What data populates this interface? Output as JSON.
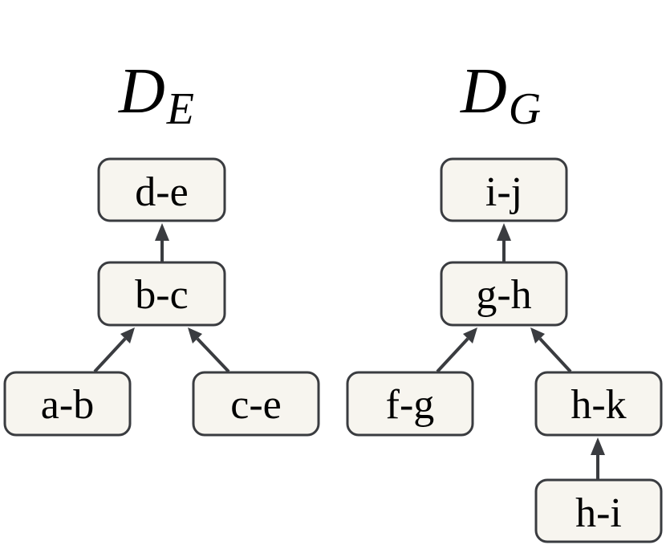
{
  "diagrams": [
    {
      "title_main": "D",
      "title_sub": "E",
      "nodes": {
        "de": "d-e",
        "bc": "b-c",
        "ab": "a-b",
        "ce": "c-e"
      },
      "edges": [
        {
          "from": "bc",
          "to": "de"
        },
        {
          "from": "ab",
          "to": "bc"
        },
        {
          "from": "ce",
          "to": "bc"
        }
      ]
    },
    {
      "title_main": "D",
      "title_sub": "G",
      "nodes": {
        "ij": "i-j",
        "gh": "g-h",
        "fg": "f-g",
        "hk": "h-k",
        "hi": "h-i"
      },
      "edges": [
        {
          "from": "gh",
          "to": "ij"
        },
        {
          "from": "fg",
          "to": "gh"
        },
        {
          "from": "hk",
          "to": "gh"
        },
        {
          "from": "hi",
          "to": "hk"
        }
      ]
    }
  ],
  "colors": {
    "node_fill": "#f7f5ef",
    "node_stroke": "#3a3c40",
    "edge": "#3a3c40",
    "text": "#000000"
  }
}
